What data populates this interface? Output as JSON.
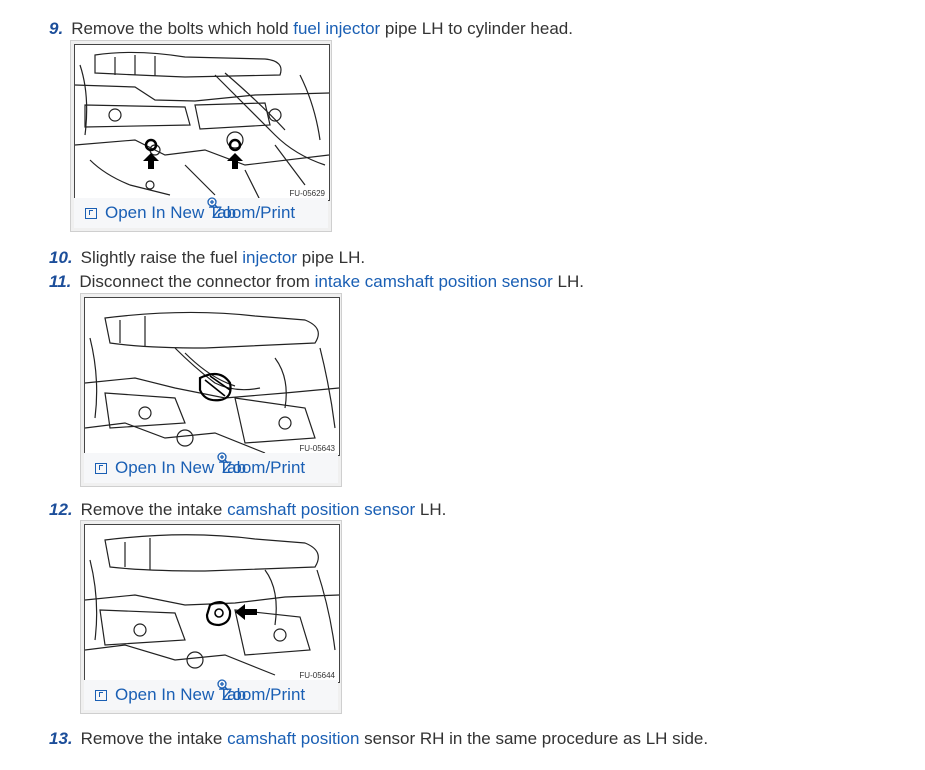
{
  "steps": [
    {
      "num": "9.",
      "parts": [
        "Remove the bolts which hold ",
        "fuel injector",
        " pipe LH to cylinder head."
      ]
    },
    {
      "num": "10.",
      "parts": [
        "Slightly raise the fuel ",
        "injector",
        " pipe LH."
      ]
    },
    {
      "num": "11.",
      "parts": [
        "Disconnect the connector from ",
        "intake camshaft position sensor",
        " LH."
      ]
    },
    {
      "num": "12.",
      "parts": [
        "Remove the intake ",
        "camshaft position sensor",
        " LH."
      ]
    },
    {
      "num": "13.",
      "parts": [
        "Remove the intake ",
        "camshaft position",
        " sensor RH in the same procedure as LH side."
      ]
    }
  ],
  "figures": [
    {
      "code": "FU-05629",
      "open_label": "Open In New Tab",
      "zoom_label": "Zoom/Print"
    },
    {
      "code": "FU-05643",
      "open_label": "Open In New Tab",
      "zoom_label": "Zoom/Print"
    },
    {
      "code": "FU-05644",
      "open_label": "Open In New Tab",
      "zoom_label": "Zoom/Print"
    }
  ],
  "colors": {
    "step_number": "#1c4e9a",
    "link": "#1a5fb4",
    "text": "#333333"
  },
  "icons": {
    "open": "open-in-new-tab-icon",
    "zoom": "zoom-in-icon"
  }
}
